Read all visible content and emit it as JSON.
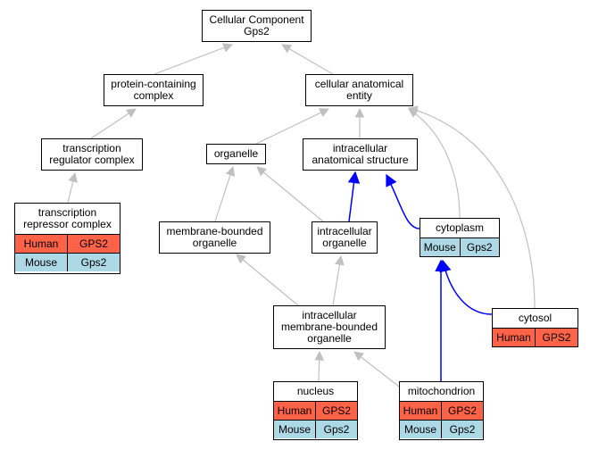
{
  "colors": {
    "human": "#ff6347",
    "mouse": "#add8e6",
    "edge_gray": "#c0c0c0",
    "edge_blue": "#0000ff"
  },
  "nodes": {
    "cellular_component": {
      "title": "Cellular Component\nGps2"
    },
    "protein_containing_complex": {
      "title": "protein-containing\ncomplex"
    },
    "cellular_anatomical_entity": {
      "title": "cellular anatomical\nentity"
    },
    "transcription_regulator_complex": {
      "title": "transcription\nregulator complex"
    },
    "organelle": {
      "title": "organelle"
    },
    "intracellular_anatomical_structure": {
      "title": "intracellular\nanatomical structure"
    },
    "transcription_repressor_complex": {
      "title": "transcription\nrepressor complex",
      "rows": [
        {
          "species": "Human",
          "gene": "GPS2"
        },
        {
          "species": "Mouse",
          "gene": "Gps2"
        }
      ]
    },
    "membrane_bounded_organelle": {
      "title": "membrane-bounded\norganelle"
    },
    "intracellular_organelle": {
      "title": "intracellular\norganelle"
    },
    "cytoplasm": {
      "title": "cytoplasm",
      "rows": [
        {
          "species": "Mouse",
          "gene": "Gps2"
        }
      ]
    },
    "cytosol": {
      "title": "cytosol",
      "rows": [
        {
          "species": "Human",
          "gene": "GPS2"
        }
      ]
    },
    "intracellular_membrane_bounded_organelle": {
      "title": "intracellular\nmembrane-bounded\norganelle"
    },
    "nucleus": {
      "title": "nucleus",
      "rows": [
        {
          "species": "Human",
          "gene": "GPS2"
        },
        {
          "species": "Mouse",
          "gene": "Gps2"
        }
      ]
    },
    "mitochondrion": {
      "title": "mitochondrion",
      "rows": [
        {
          "species": "Human",
          "gene": "GPS2"
        },
        {
          "species": "Mouse",
          "gene": "Gps2"
        }
      ]
    }
  },
  "edges": [
    {
      "from": "protein_containing_complex",
      "to": "cellular_component",
      "color": "gray"
    },
    {
      "from": "cellular_anatomical_entity",
      "to": "cellular_component",
      "color": "gray"
    },
    {
      "from": "transcription_regulator_complex",
      "to": "protein_containing_complex",
      "color": "gray"
    },
    {
      "from": "transcription_repressor_complex",
      "to": "transcription_regulator_complex",
      "color": "gray"
    },
    {
      "from": "organelle",
      "to": "cellular_anatomical_entity",
      "color": "gray"
    },
    {
      "from": "intracellular_anatomical_structure",
      "to": "cellular_anatomical_entity",
      "color": "gray"
    },
    {
      "from": "cytoplasm",
      "to": "cellular_anatomical_entity",
      "color": "gray"
    },
    {
      "from": "cytosol",
      "to": "cellular_anatomical_entity",
      "color": "gray"
    },
    {
      "from": "membrane_bounded_organelle",
      "to": "organelle",
      "color": "gray"
    },
    {
      "from": "intracellular_organelle",
      "to": "organelle",
      "color": "gray"
    },
    {
      "from": "intracellular_organelle",
      "to": "intracellular_anatomical_structure",
      "color": "blue"
    },
    {
      "from": "cytoplasm",
      "to": "intracellular_anatomical_structure",
      "color": "blue"
    },
    {
      "from": "intracellular_membrane_bounded_organelle",
      "to": "membrane_bounded_organelle",
      "color": "gray"
    },
    {
      "from": "intracellular_membrane_bounded_organelle",
      "to": "intracellular_organelle",
      "color": "gray"
    },
    {
      "from": "cytosol",
      "to": "cytoplasm",
      "color": "blue"
    },
    {
      "from": "mitochondrion",
      "to": "cytoplasm",
      "color": "blue"
    },
    {
      "from": "nucleus",
      "to": "intracellular_membrane_bounded_organelle",
      "color": "gray"
    },
    {
      "from": "mitochondrion",
      "to": "intracellular_membrane_bounded_organelle",
      "color": "gray"
    }
  ]
}
